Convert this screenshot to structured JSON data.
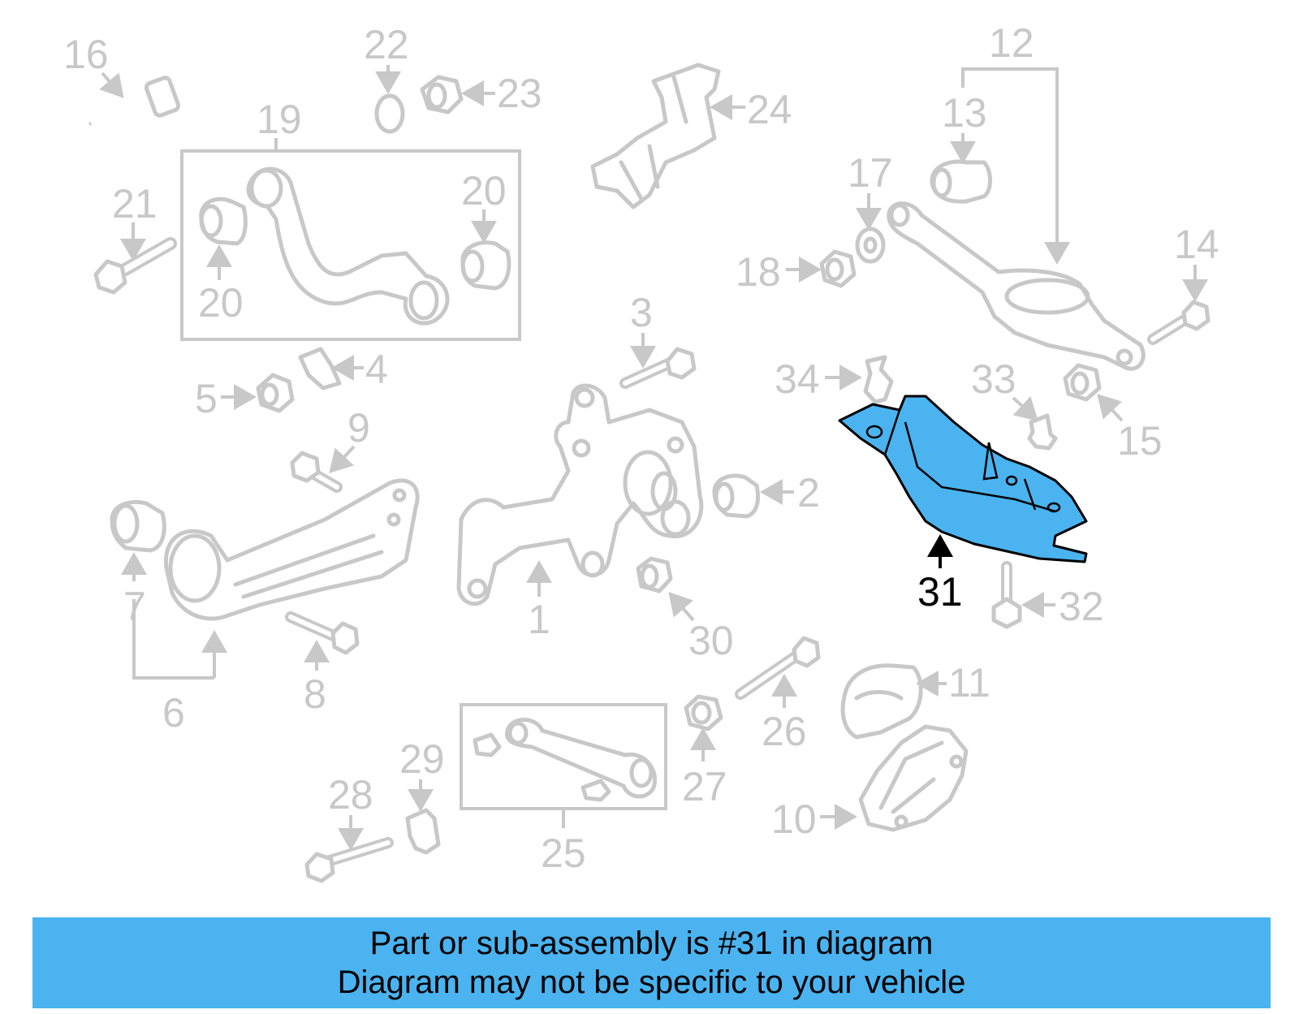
{
  "colors": {
    "part_outline": "#c8c8c8",
    "highlight_fill": "#4ab3f0",
    "highlight_outline": "#000000",
    "banner_background": "#4ab3f0"
  },
  "labels": {
    "l1": "1",
    "l2": "2",
    "l3": "3",
    "l4": "4",
    "l5": "5",
    "l6": "6",
    "l7": "7",
    "l8": "8",
    "l9": "9",
    "l10": "10",
    "l11": "11",
    "l12": "12",
    "l13": "13",
    "l14": "14",
    "l15": "15",
    "l16": "16",
    "l17": "17",
    "l18": "18",
    "l19": "19",
    "l20a": "20",
    "l20b": "20",
    "l21": "21",
    "l22": "22",
    "l23": "23",
    "l24": "24",
    "l25": "25",
    "l26": "26",
    "l27": "27",
    "l28": "28",
    "l29": "29",
    "l30": "30",
    "l31": "31",
    "l32": "32",
    "l33": "33",
    "l34": "34"
  },
  "highlighted_part": "31",
  "banner": {
    "line1": "Part or sub-assembly is #31 in diagram",
    "line2": "Diagram may not be specific to your vehicle"
  }
}
